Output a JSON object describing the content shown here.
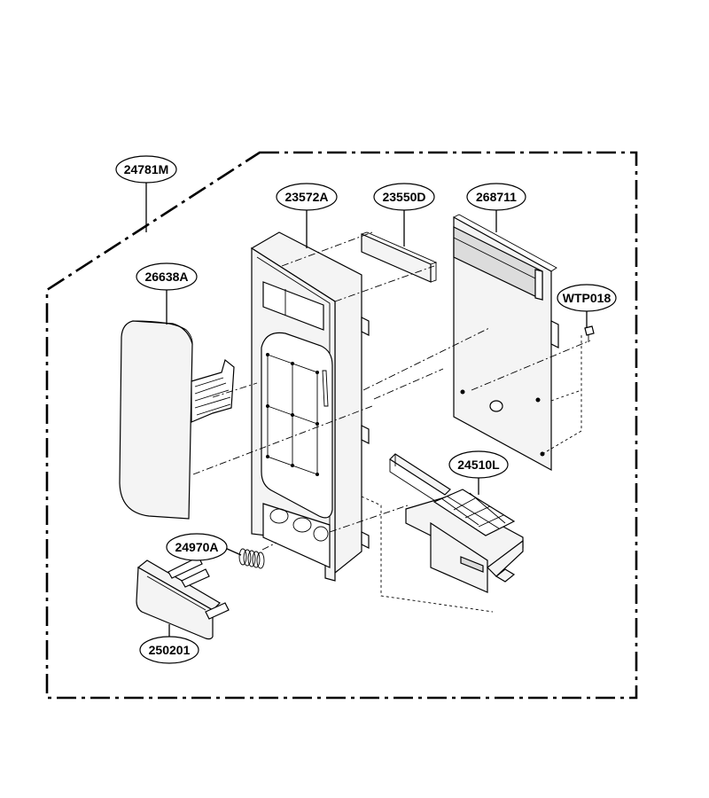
{
  "diagram": {
    "labels": {
      "assembly": "24781M",
      "display_window": "26638A",
      "front_panel": "23572A",
      "display_cover": "23550D",
      "pcb": "268711",
      "screw": "WTP018",
      "door_lever": "24510L",
      "spring": "24970A",
      "button": "250201"
    }
  }
}
